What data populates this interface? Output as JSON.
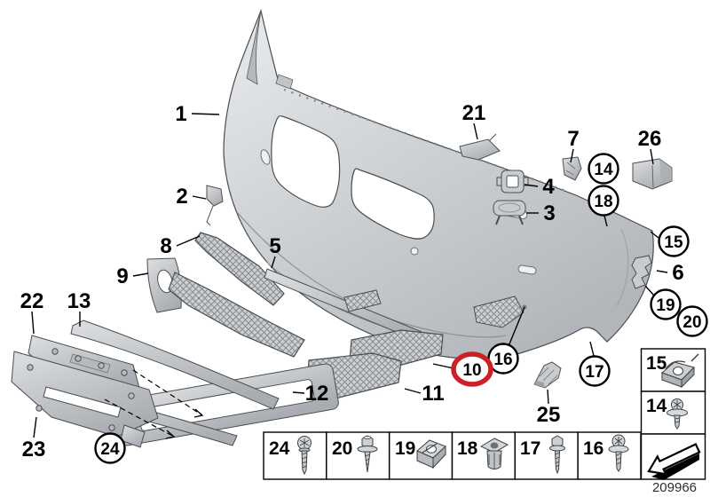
{
  "doc_number": "209966",
  "highlight": {
    "label": "10",
    "color": "#cc2027"
  },
  "callouts": {
    "plain": {
      "p1": "1",
      "p2": "2",
      "p3": "3",
      "p4": "4",
      "p5": "5",
      "p6": "6",
      "p7": "7",
      "p8": "8",
      "p9": "9",
      "p11": "11",
      "p12": "12",
      "p13": "13",
      "p21": "21",
      "p22": "22",
      "p23": "23",
      "p25": "25",
      "p26": "26"
    },
    "circled": {
      "c14": "14",
      "c15": "15",
      "c16": "16",
      "c17": "17",
      "c18": "18",
      "c19": "19",
      "c20": "20",
      "c24": "24"
    }
  },
  "legend": {
    "side_boxes": [
      {
        "label": "15",
        "icon": "cage-nut-icon"
      },
      {
        "label": "14",
        "icon": "screw-with-washer-icon"
      }
    ],
    "direction_box": {
      "icon": "installation-direction-arrow-icon"
    },
    "bottom_boxes": [
      {
        "label": "24",
        "icon": "self-tapping-torx-screw-icon"
      },
      {
        "label": "20",
        "icon": "hex-bolt-with-washer-icon"
      },
      {
        "label": "19",
        "icon": "speed-clip-nut-icon"
      },
      {
        "label": "18",
        "icon": "expanding-nut-icon"
      },
      {
        "label": "17",
        "icon": "hex-tapping-screw-icon"
      },
      {
        "label": "16",
        "icon": "torx-screw-with-washer-icon"
      }
    ]
  }
}
